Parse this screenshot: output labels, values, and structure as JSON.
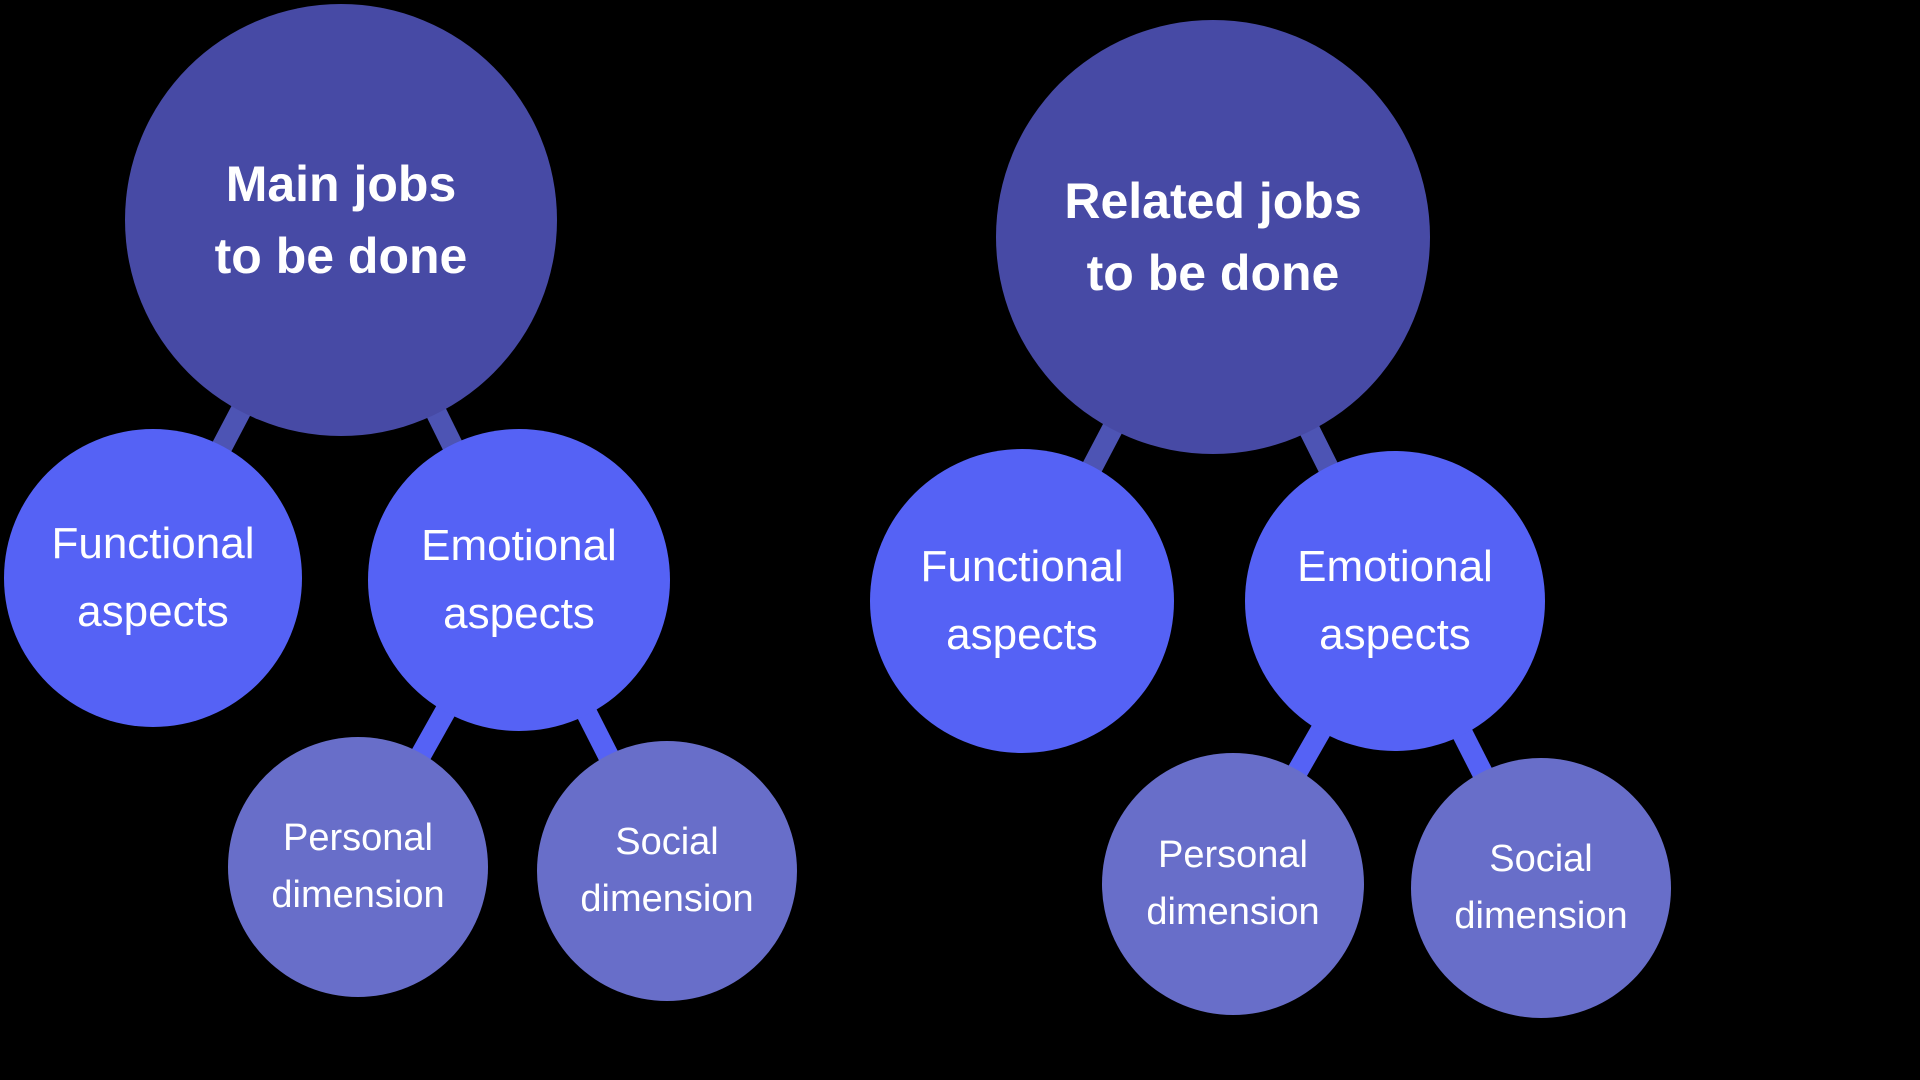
{
  "colors": {
    "background": "#000000",
    "root_node": "#474AA5",
    "root_connector": "#4D54B4",
    "aspect_node": "#5562F5",
    "aspect_connector": "#5562F5",
    "dimension_node": "#686EC9",
    "text": "#FFFFFF"
  },
  "trees": {
    "main": {
      "root": {
        "line1": "Main jobs",
        "line2": "to be done"
      },
      "functional": {
        "line1": "Functional",
        "line2": "aspects"
      },
      "emotional": {
        "line1": "Emotional",
        "line2": "aspects"
      },
      "personal": {
        "line1": "Personal",
        "line2": "dimension"
      },
      "social": {
        "line1": "Social",
        "line2": "dimension"
      }
    },
    "related": {
      "root": {
        "line1": "Related jobs",
        "line2": "to be done"
      },
      "functional": {
        "line1": "Functional",
        "line2": "aspects"
      },
      "emotional": {
        "line1": "Emotional",
        "line2": "aspects"
      },
      "personal": {
        "line1": "Personal",
        "line2": "dimension"
      },
      "social": {
        "line1": "Social",
        "line2": "dimension"
      }
    }
  }
}
